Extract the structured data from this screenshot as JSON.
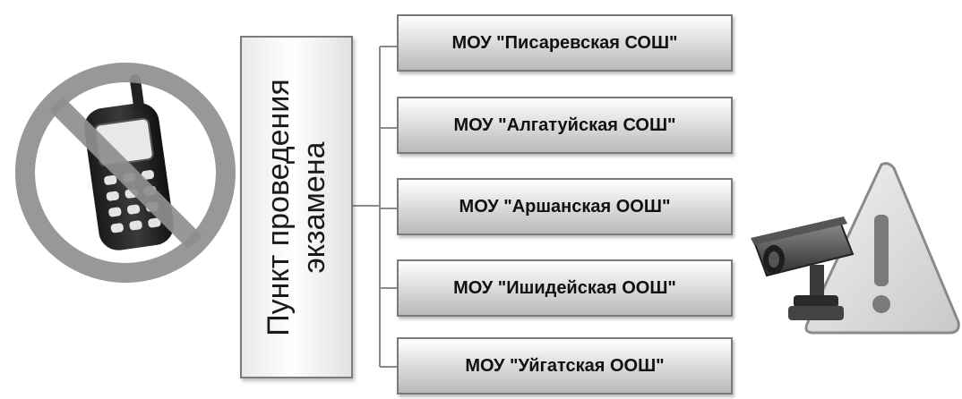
{
  "center_label": {
    "line1": "Пункт проведения",
    "line2": "экзамена"
  },
  "schools": [
    "МОУ \"Писаревская СОШ\"",
    "МОУ \"Алгатуйская СОШ\"",
    "МОУ \"Аршанская ООШ\"",
    "МОУ \"Ишидейская ООШ\"",
    "МОУ \"Уйгатская ООШ\""
  ],
  "icons": {
    "left": "no-mobile-phone-icon",
    "right": "surveillance-camera-warning-icon"
  },
  "colors": {
    "box_border": "#7a7a7a",
    "prohibition": "#8f8f8f",
    "text": "#111111"
  }
}
